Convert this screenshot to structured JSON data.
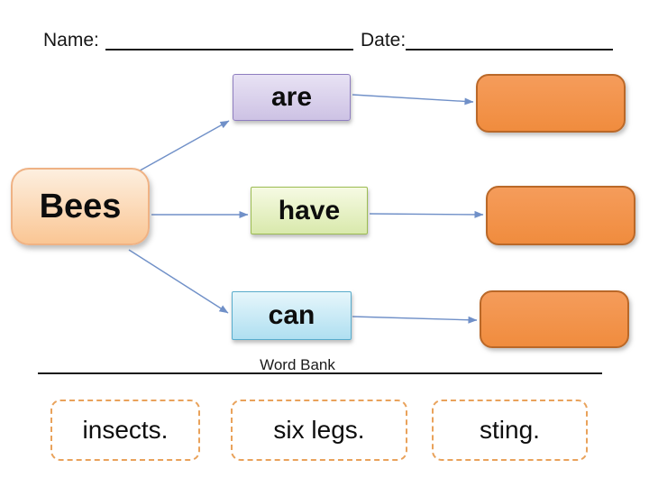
{
  "colors": {
    "arrow": "#7090C8",
    "root_fill_top": "#FDEFDF",
    "root_fill_bottom": "#FAC694",
    "root_border": "#EFB284",
    "are_fill_top": "#E8E2F4",
    "are_fill_bottom": "#CDC2E4",
    "are_border": "#8F7EC0",
    "have_fill_top": "#F6FAE3",
    "have_fill_bottom": "#D9E9AC",
    "have_border": "#9CBC53",
    "can_fill_top": "#E6F6FB",
    "can_fill_bottom": "#AFDFF1",
    "can_border": "#58ACCC",
    "answer_fill_top": "#F59C5B",
    "answer_fill_bottom": "#F08C3E",
    "answer_border": "#BA6828",
    "word_card_border": "#E9A25B"
  },
  "header": {
    "name_label": "Name:",
    "date_label": "Date:"
  },
  "diagram": {
    "root": {
      "label": "Bees"
    },
    "branches": [
      {
        "label": "are"
      },
      {
        "label": "have"
      },
      {
        "label": "can"
      }
    ]
  },
  "word_bank": {
    "title": "Word Bank",
    "words": [
      "insects.",
      "six legs.",
      "sting."
    ]
  }
}
